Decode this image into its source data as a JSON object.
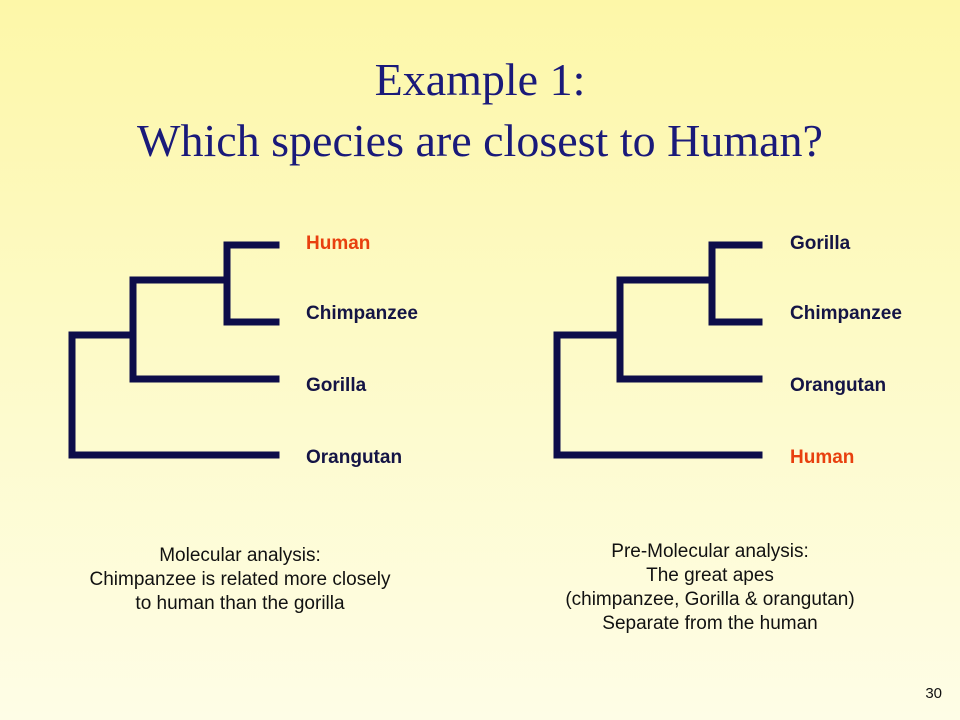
{
  "title": {
    "line1": "Example 1:",
    "line2": "Which species are closest to Human?"
  },
  "trees": [
    {
      "leaves": [
        "Human",
        "Chimpanzee",
        "Gorilla",
        "Orangutan"
      ],
      "highlight": "Human",
      "caption": [
        "Molecular analysis:",
        "Chimpanzee is related more closely",
        "to human than the gorilla"
      ]
    },
    {
      "leaves": [
        "Gorilla",
        "Chimpanzee",
        "Orangutan",
        "Human"
      ],
      "highlight": "Human",
      "caption": [
        "Pre-Molecular analysis:",
        "The great apes",
        "(chimpanzee, Gorilla & orangutan)",
        "Separate from the human"
      ]
    }
  ],
  "colors": {
    "branch": "#0d0d4a",
    "highlight": "#e8400f",
    "title": "#1a1a7a"
  },
  "slide_number": "30"
}
